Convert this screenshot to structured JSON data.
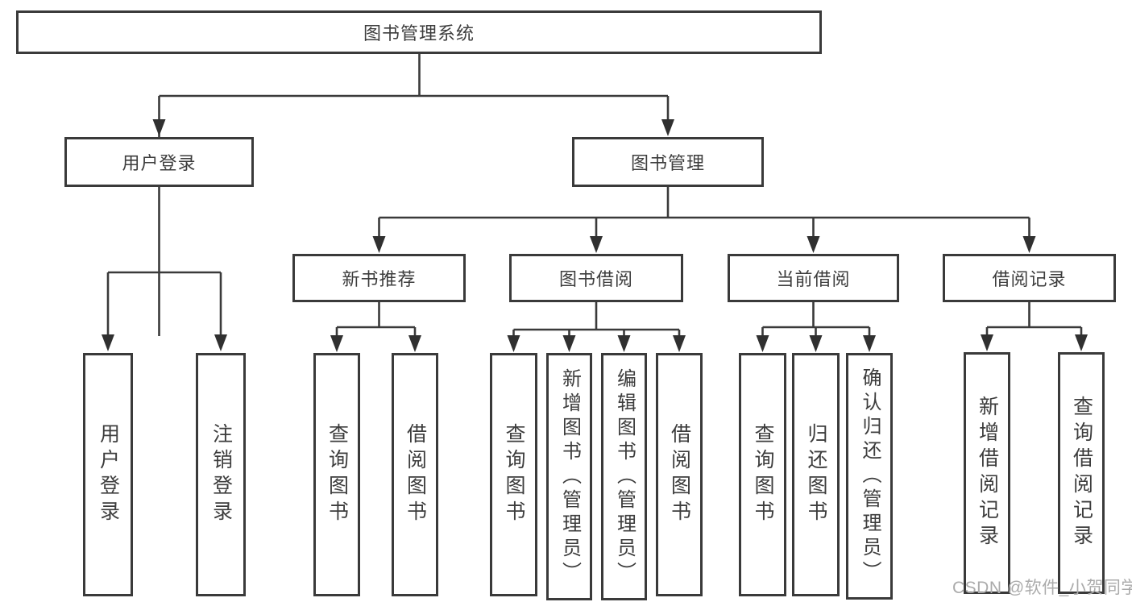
{
  "diagram": {
    "title": "图书管理系统",
    "nodes": {
      "root": "图书管理系统",
      "user_login": "用户登录",
      "book_mgmt": "图书管理",
      "new_book_rec": "新书推荐",
      "book_borrow": "图书借阅",
      "current_borrow": "当前借阅",
      "borrow_record": "借阅记录",
      "leaf_user_login": "用户登录",
      "leaf_logout": "注销登录",
      "leaf_query_book_rec": "查询图书",
      "leaf_borrow_book_rec": "借阅图书",
      "leaf_query_book_bor": "查询图书",
      "leaf_add_book_admin": "新增图书（管理员）",
      "leaf_edit_book_admin": "编辑图书（管理员）",
      "leaf_borrow_book_bor": "借阅图书",
      "leaf_query_book_cur": "查询图书",
      "leaf_return_book": "归还图书",
      "leaf_confirm_return_admin": "确认归还（管理员）",
      "leaf_add_borrow_record": "新增借阅记录",
      "leaf_query_borrow_record": "查询借阅记录"
    },
    "colors": {
      "line": "#3a3a3a",
      "box_border": "#3a3a3a",
      "text": "#3d3d3d",
      "box_background": "#ffffff",
      "watermark": "#ababab"
    }
  },
  "watermark": {
    "text": "CSDN @软件_小贺同学"
  }
}
